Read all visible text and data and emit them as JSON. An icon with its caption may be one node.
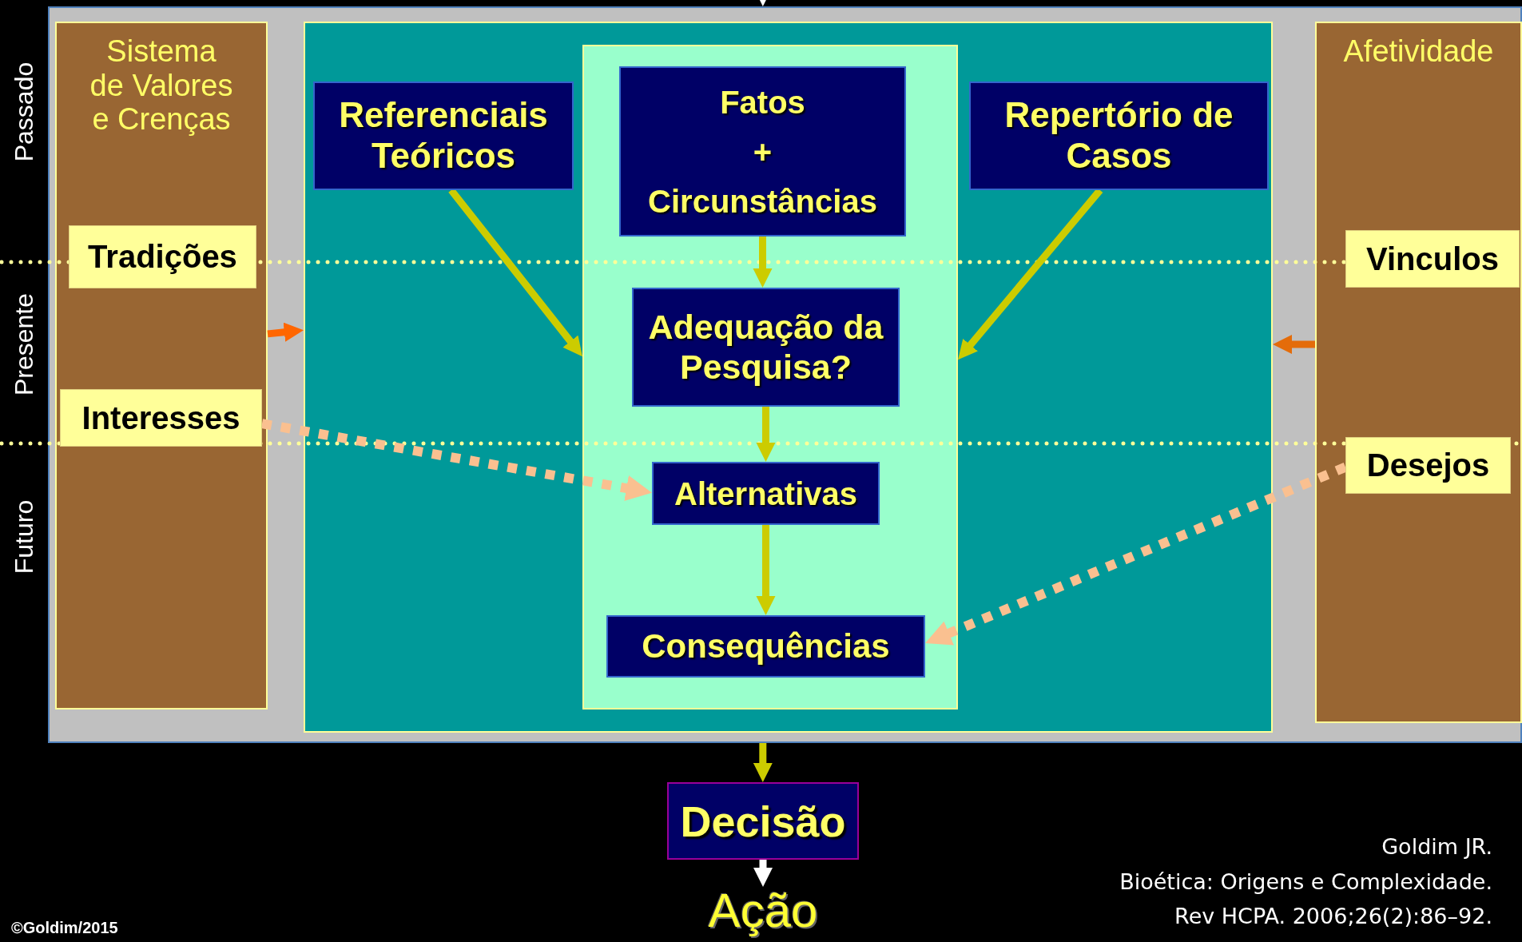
{
  "diagram": {
    "nodes": [
      {
        "text": [],
        "shape": "box"
      },
      {
        "text": [
          "Sistema de Valores e Crenças"
        ],
        "in": 0
      },
      {
        "text": [
          "Tradições"
        ],
        "in": 1
      },
      {
        "text": [
          "Interesses"
        ],
        "in": 1
      },
      {
        "text": [],
        "shape": "box",
        "in": 0
      },
      {
        "text": [
          "Referenciais Teóricos"
        ],
        "in": 4
      },
      {
        "text": [],
        "shape": "box",
        "in": 4
      },
      {
        "text": [
          "Fatos + Circunstâncias"
        ],
        "in": 6
      },
      {
        "text": [
          "Adequação da Pesquisa?"
        ],
        "in": 6
      },
      {
        "text": [
          "Alternativas"
        ],
        "in": 6
      },
      {
        "text": [
          "Consequências"
        ],
        "in": 6
      },
      {
        "text": [
          "Repertório de Casos"
        ],
        "in": 4
      },
      {
        "text": [
          "Afetividade"
        ],
        "in": 0
      },
      {
        "text": [
          "Vinculos"
        ],
        "in": 12
      },
      {
        "text": [
          "Desejos"
        ],
        "in": 12
      },
      {
        "text": [
          "Decisão"
        ]
      },
      {
        "text": [
          "Ação"
        ]
      }
    ],
    "edges": [
      {
        "from": null,
        "to": 0,
        "arrow": "to",
        "color": "#ffffff"
      },
      {
        "from": 7,
        "to": 8,
        "arrow": "to"
      },
      {
        "from": 8,
        "to": 9,
        "arrow": "to"
      },
      {
        "from": 9,
        "to": 10,
        "arrow": "to"
      },
      {
        "from": 5,
        "to": 6,
        "arrow": "to"
      },
      {
        "from": 11,
        "to": 6,
        "arrow": "to"
      },
      {
        "from": 1,
        "to": 4,
        "arrow": "to",
        "color": "#ff6600"
      },
      {
        "from": 12,
        "to": 4,
        "arrow": "to",
        "color": "#e46c0a"
      },
      {
        "from": 3,
        "to": 9,
        "arrow": "to",
        "style": "dashed",
        "color": "#fac090"
      },
      {
        "from": 14,
        "to": 10,
        "arrow": "to",
        "style": "dashed",
        "color": "#fac090"
      },
      {
        "from": 0,
        "to": 15,
        "arrow": "to"
      },
      {
        "from": 15,
        "to": 16,
        "arrow": "to",
        "color": "#ffffff"
      }
    ],
    "labels": [
      "Passado",
      "Presente",
      "Futuro",
      "Goldim JR.",
      "Bioética: Origens e Complexidade.",
      "Rev HCPA. 2006;26(2):86–92.",
      "©Goldim/2015"
    ]
  }
}
